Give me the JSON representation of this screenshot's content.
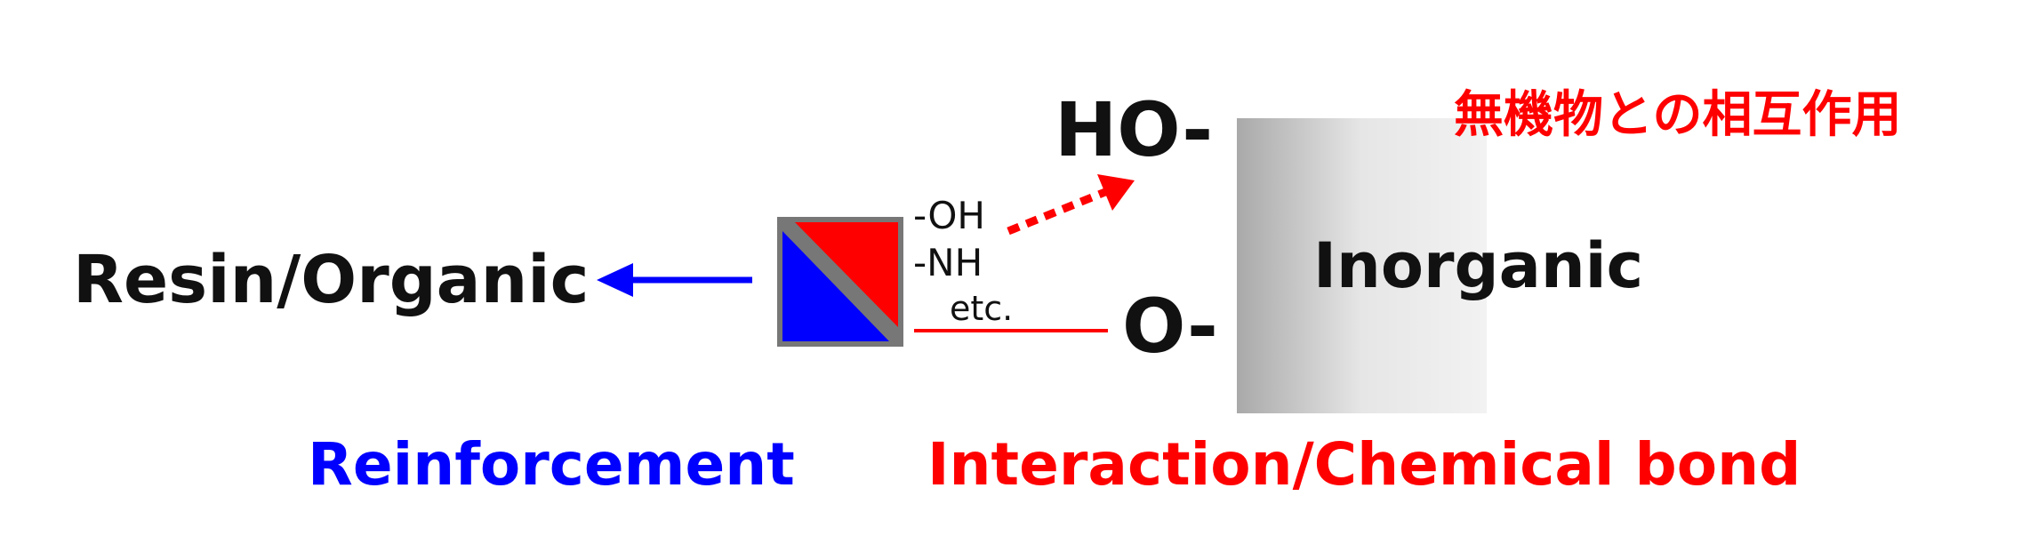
{
  "labels": {
    "resin": "Resin/Organic",
    "inorganic": "Inorganic",
    "ho": "HO-",
    "o": "O-",
    "oh": "-OH",
    "nh": "-NH",
    "etc": "etc.",
    "reinforcement": "Reinforcement",
    "interaction": "Interaction/Chemical bond",
    "japanese": "無機物との相互作用"
  },
  "colors": {
    "blue": "#0000ff",
    "red": "#ff0000",
    "border_gray": "#777777",
    "text": "#111111"
  }
}
